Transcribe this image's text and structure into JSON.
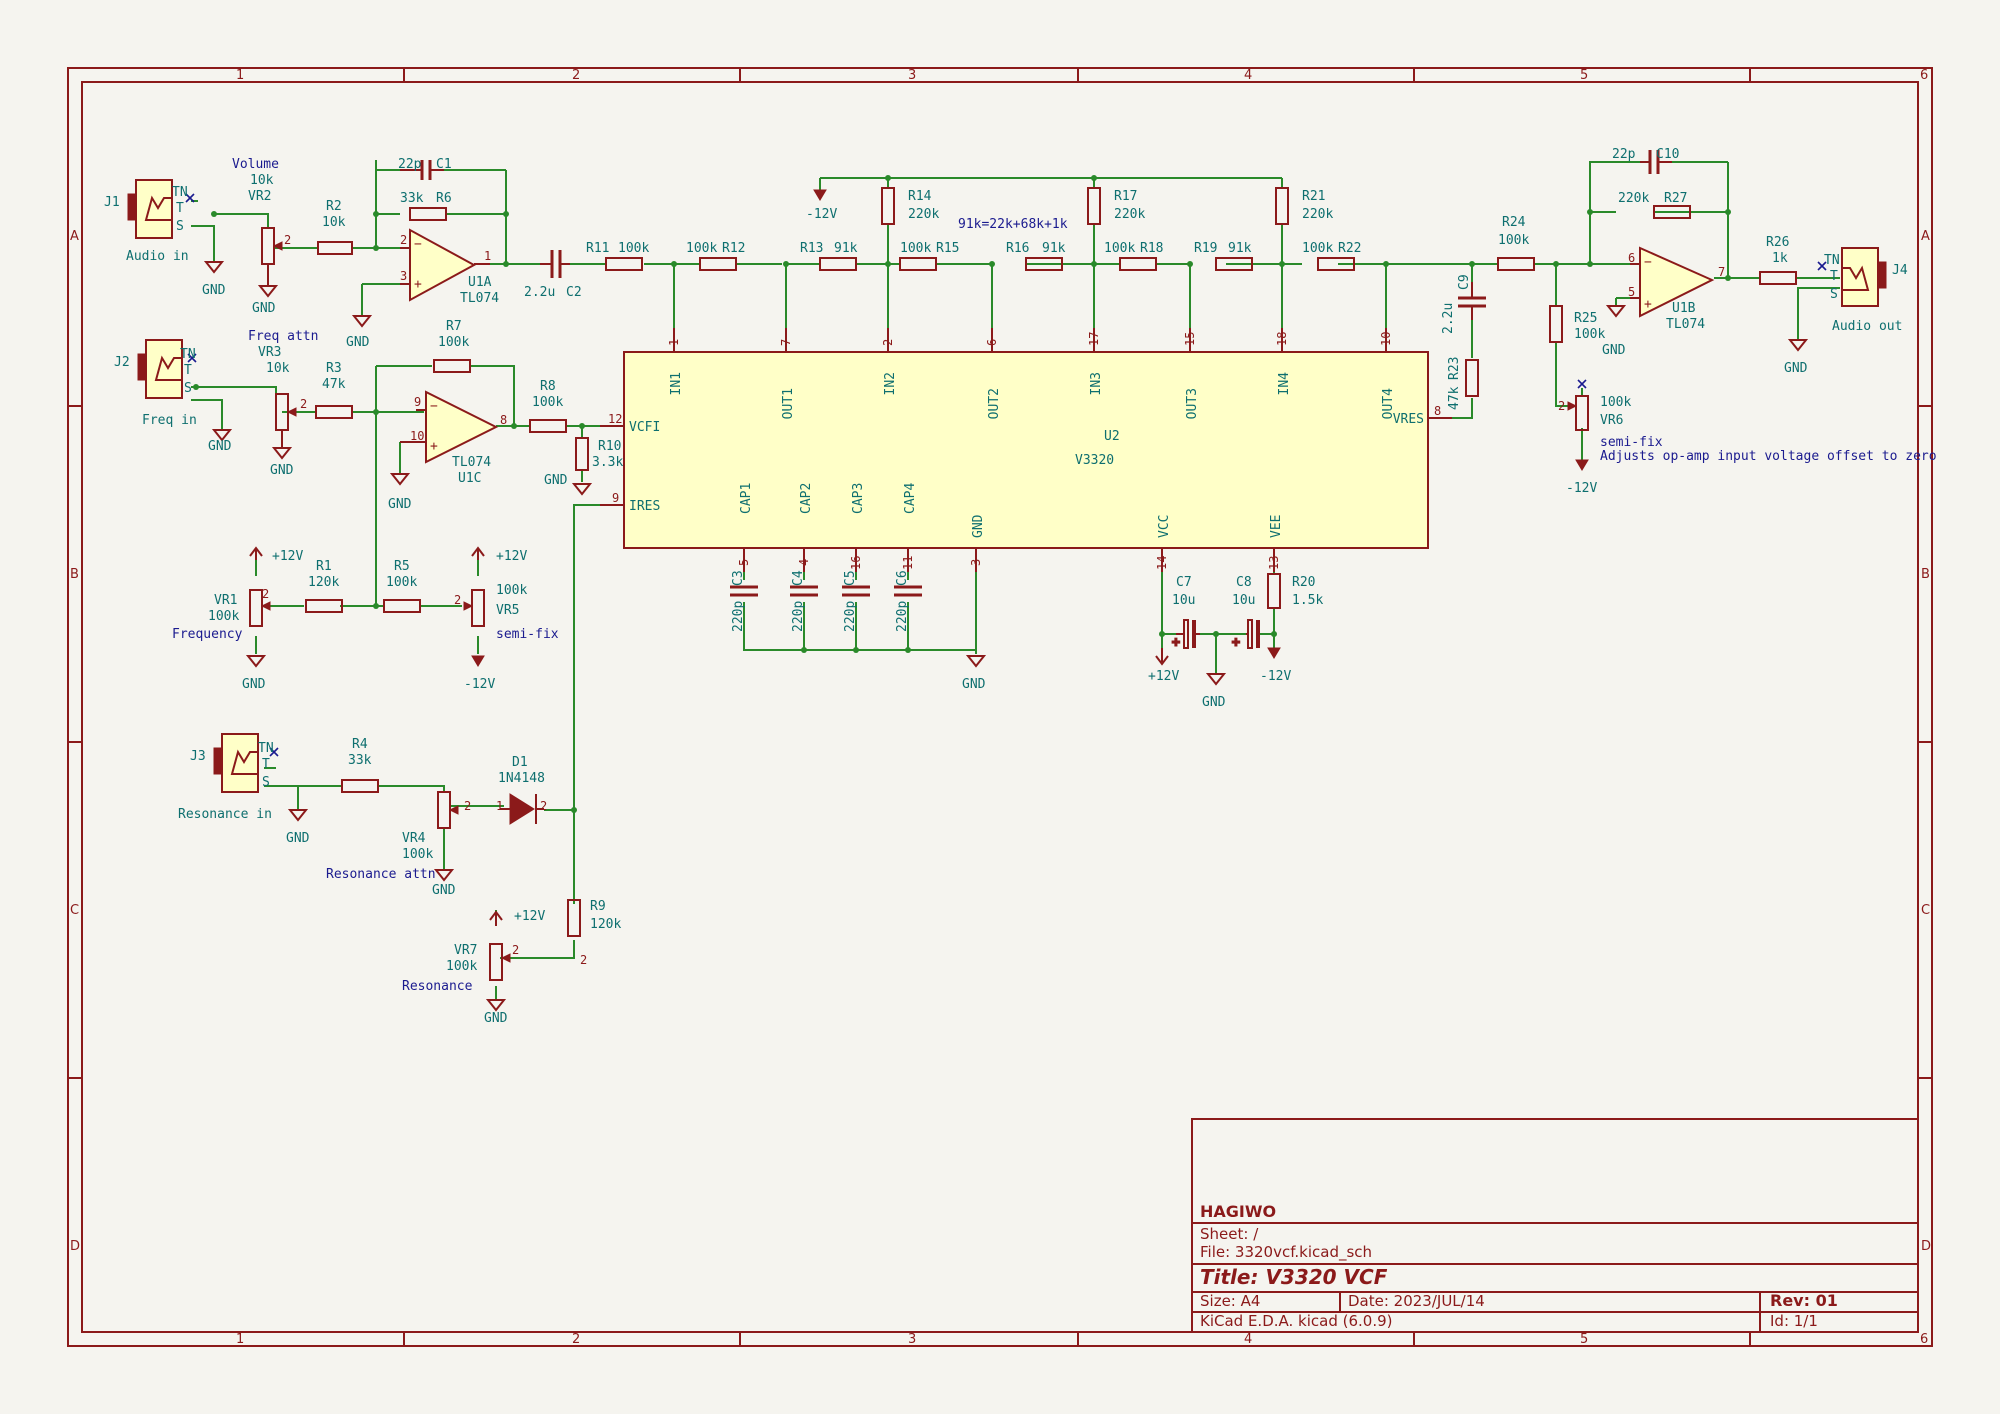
{
  "title_block": {
    "company": "HAGIWO",
    "sheet": "Sheet: /",
    "file": "File: 3320vcf.kicad_sch",
    "title": "Title: V3320 VCF",
    "size": "Size: A4",
    "date": "Date: 2023/JUL/14",
    "rev": "Rev: 01",
    "tool": "KiCad E.D.A.  kicad (6.0.9)",
    "id": "Id: 1/1"
  },
  "grid": {
    "cols": [
      "1",
      "2",
      "3",
      "4",
      "5",
      "6"
    ],
    "rows": [
      "A",
      "B",
      "C",
      "D"
    ]
  },
  "power": {
    "gnd": "GND",
    "vpos": "+12V",
    "vneg": "-12V"
  },
  "jacks": {
    "j1": {
      "ref": "J1",
      "label": "Audio in"
    },
    "j2": {
      "ref": "J2",
      "label": "Freq in"
    },
    "j3": {
      "ref": "J3",
      "label": "Resonance in"
    },
    "j4": {
      "ref": "J4",
      "label": "Audio out"
    },
    "pins": {
      "tn": "TN",
      "t": "T",
      "s": "S"
    }
  },
  "pots": {
    "vr1": {
      "ref": "VR1",
      "value": "100k",
      "note": "Frequency"
    },
    "vr2": {
      "ref": "VR2",
      "value": "10k",
      "note": "Volume"
    },
    "vr3": {
      "ref": "VR3",
      "value": "10k",
      "note": "Freq attn"
    },
    "vr4": {
      "ref": "VR4",
      "value": "100k",
      "note": "Resonance attn"
    },
    "vr5": {
      "ref": "VR5",
      "value": "100k",
      "note": "semi-fix"
    },
    "vr6": {
      "ref": "VR6",
      "value": "100k",
      "note": "semi-fix",
      "note2": "Adjusts op-amp input voltage offset to zero"
    },
    "vr7": {
      "ref": "VR7",
      "value": "100k",
      "note": "Resonance"
    }
  },
  "resistors": {
    "r1": {
      "ref": "R1",
      "value": "120k"
    },
    "r2": {
      "ref": "R2",
      "value": "10k"
    },
    "r3": {
      "ref": "R3",
      "value": "47k"
    },
    "r4": {
      "ref": "R4",
      "value": "33k"
    },
    "r5": {
      "ref": "R5",
      "value": "100k"
    },
    "r6": {
      "ref": "R6",
      "value": "33k"
    },
    "r7": {
      "ref": "R7",
      "value": "100k"
    },
    "r8": {
      "ref": "R8",
      "value": "100k"
    },
    "r9": {
      "ref": "R9",
      "value": "120k"
    },
    "r10": {
      "ref": "R10",
      "value": "3.3k"
    },
    "r11": {
      "ref": "R11",
      "value": "100k"
    },
    "r12": {
      "ref": "R12",
      "value": "100k"
    },
    "r13": {
      "ref": "R13",
      "value": "91k"
    },
    "r14": {
      "ref": "R14",
      "value": "220k"
    },
    "r15": {
      "ref": "R15",
      "value": "100k"
    },
    "r16": {
      "ref": "R16",
      "value": "91k"
    },
    "r17": {
      "ref": "R17",
      "value": "220k"
    },
    "r18": {
      "ref": "R18",
      "value": "100k"
    },
    "r19": {
      "ref": "R19",
      "value": "91k"
    },
    "r20": {
      "ref": "R20",
      "value": "1.5k"
    },
    "r21": {
      "ref": "R21",
      "value": "220k"
    },
    "r22": {
      "ref": "R22",
      "value": "100k"
    },
    "r23": {
      "ref": "R23",
      "value": "47k"
    },
    "r24": {
      "ref": "R24",
      "value": "100k"
    },
    "r25": {
      "ref": "R25",
      "value": "100k"
    },
    "r26": {
      "ref": "R26",
      "value": "1k"
    },
    "r27": {
      "ref": "R27",
      "value": "220k"
    }
  },
  "capacitors": {
    "c1": {
      "ref": "C1",
      "value": "22p"
    },
    "c2": {
      "ref": "C2",
      "value": "2.2u"
    },
    "c3": {
      "ref": "C3",
      "value": "220p"
    },
    "c4": {
      "ref": "C4",
      "value": "220p"
    },
    "c5": {
      "ref": "C5",
      "value": "220p"
    },
    "c6": {
      "ref": "C6",
      "value": "220p"
    },
    "c7": {
      "ref": "C7",
      "value": "10u"
    },
    "c8": {
      "ref": "C8",
      "value": "10u"
    },
    "c9": {
      "ref": "C9",
      "value": "2.2u"
    },
    "c10": {
      "ref": "C10",
      "value": "22p"
    }
  },
  "opamps": {
    "u1a": {
      "ref": "U1A",
      "value": "TL074"
    },
    "u1b": {
      "ref": "U1B",
      "value": "TL074"
    },
    "u1c": {
      "ref": "U1C",
      "value": "TL074"
    }
  },
  "diode": {
    "ref": "D1",
    "value": "1N4148"
  },
  "note_91k": "91k=22k+68k+1k",
  "u2": {
    "ref": "U2",
    "value": "V3320",
    "top_pins": [
      {
        "name": "IN1",
        "num": "1"
      },
      {
        "name": "OUT1",
        "num": "7"
      },
      {
        "name": "IN2",
        "num": "2"
      },
      {
        "name": "OUT2",
        "num": "6"
      },
      {
        "name": "IN3",
        "num": "17"
      },
      {
        "name": "OUT3",
        "num": "15"
      },
      {
        "name": "IN4",
        "num": "18"
      },
      {
        "name": "OUT4",
        "num": "10"
      }
    ],
    "left_pins": [
      {
        "name": "VCFI",
        "num": "12"
      },
      {
        "name": "IRES",
        "num": "9"
      }
    ],
    "right_pins": [
      {
        "name": "VRES",
        "num": "8"
      }
    ],
    "bottom_pins": [
      {
        "name": "CAP1",
        "num": "5"
      },
      {
        "name": "CAP2",
        "num": "4"
      },
      {
        "name": "CAP3",
        "num": "16"
      },
      {
        "name": "CAP4",
        "num": "11"
      },
      {
        "name": "GND",
        "num": "3"
      },
      {
        "name": "VCC",
        "num": "14"
      },
      {
        "name": "VEE",
        "num": "13"
      }
    ]
  },
  "pin_numbers": {
    "one": "1",
    "two": "2",
    "three": "3",
    "u1a_out": "1",
    "u1a_inv": "2",
    "u1a_non": "3",
    "u1b_out": "7",
    "u1b_inv": "6",
    "u1b_non": "5",
    "u1c_out": "8",
    "u1c_inv": "9",
    "u1c_non": "10"
  }
}
